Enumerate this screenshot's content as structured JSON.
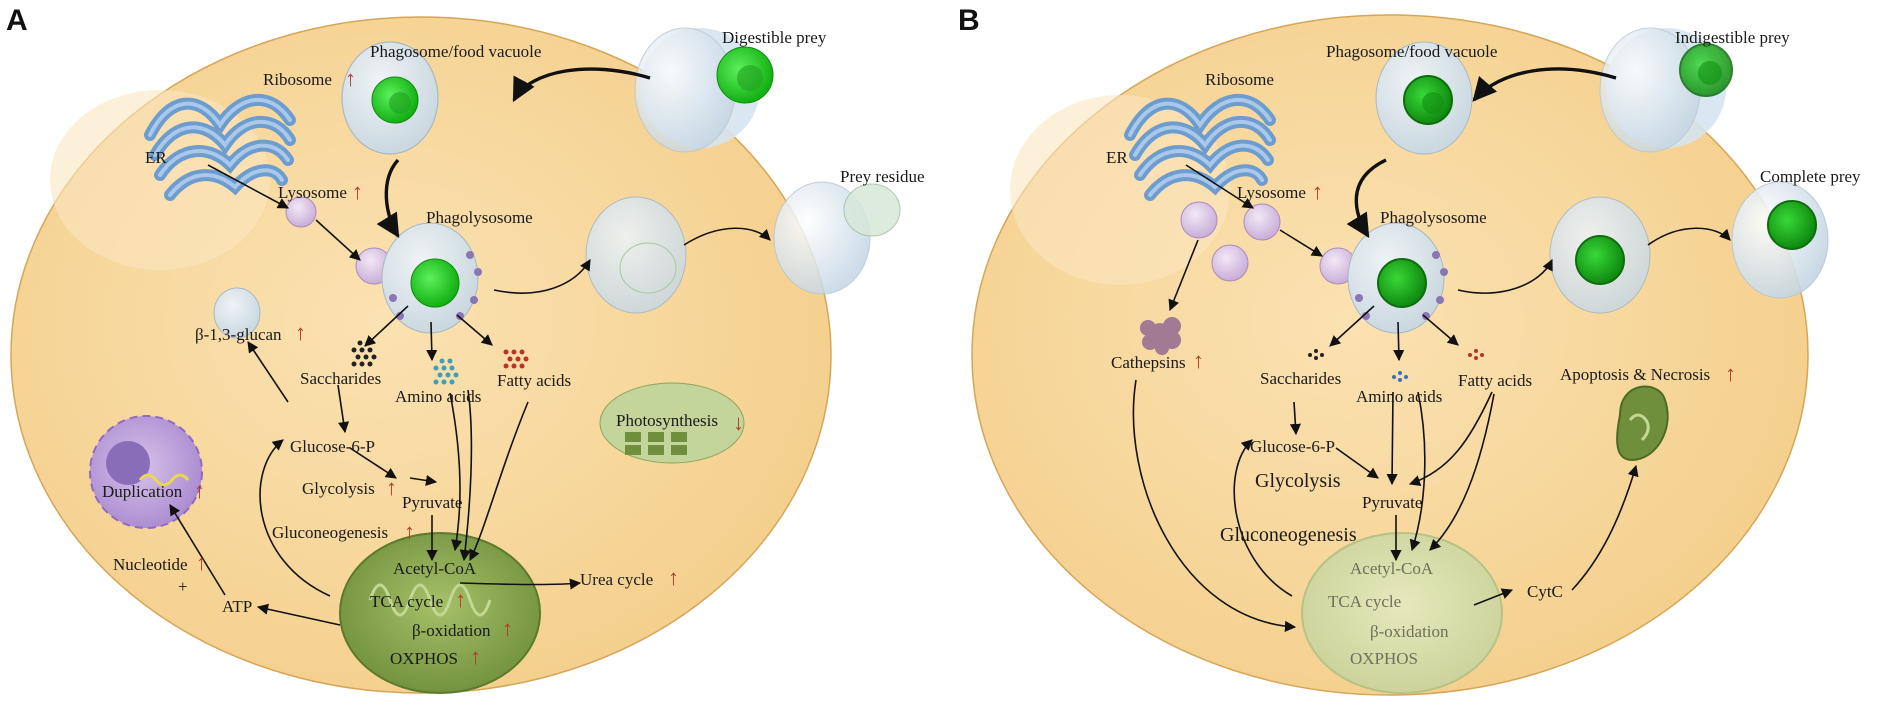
{
  "panels": {
    "a": {
      "letter": "A",
      "labels": {
        "digestible_prey": "Digestible prey",
        "phagosome": "Phagosome/food vacuole",
        "ribosome": "Ribosome",
        "er": "ER",
        "lysosome": "Lysosome",
        "phagolysosome": "Phagolysosome",
        "prey_residue": "Prey residue",
        "glucan": "β-1,3-glucan",
        "saccharides": "Saccharides",
        "amino_acids": "Amino acids",
        "fatty_acids": "Fatty acids",
        "photosynthesis": "Photosynthesis",
        "glucose6p": "Glucose-6-P",
        "glycolysis": "Glycolysis",
        "pyruvate": "Pyruvate",
        "duplication": "Duplication",
        "gluconeogenesis": "Gluconeogenesis",
        "nucleotide": "Nucleotide",
        "plus": "+",
        "acetylcoa": "Acetyl-CoA",
        "urea_cycle": "Urea cycle",
        "tca": "TCA cycle",
        "atp": "ATP",
        "boxidation": "β-oxidation",
        "oxphos": "OXPHOS"
      }
    },
    "b": {
      "letter": "B",
      "labels": {
        "indigestible_prey": "Indigestible prey",
        "phagosome": "Phagosome/food vacuole",
        "ribosome": "Ribosome",
        "er": "ER",
        "lysosome": "Lysosome",
        "phagolysosome": "Phagolysosome",
        "complete_prey": "Complete prey",
        "cathepsins": "Cathepsins",
        "saccharides": "Saccharides",
        "amino_acids": "Amino acids",
        "fatty_acids": "Fatty acids",
        "apoptosis": "Apoptosis & Necrosis",
        "glucose6p": "Glucose-6-P",
        "glycolysis": "Glycolysis",
        "pyruvate": "Pyruvate",
        "gluconeogenesis": "Gluconeogenesis",
        "acetylcoa": "Acetyl-CoA",
        "tca": "TCA cycle",
        "cytc": "CytC",
        "boxidation": "β-oxidation",
        "oxphos": "OXPHOS"
      }
    }
  },
  "indicators": {
    "up": "↑",
    "down": "↓"
  },
  "colors": {
    "cell": "#f8d9a0",
    "cell_edge": "#d9a85a",
    "prey": "#2ad12a",
    "vacuole": "#d5e0e6",
    "er": "#6d9ccf",
    "lysosome": "#d9c4e6",
    "mitochondrion": "#8aa850",
    "mitochondrion_faded": "#d6dca8",
    "indicator": "#b53a2a"
  }
}
